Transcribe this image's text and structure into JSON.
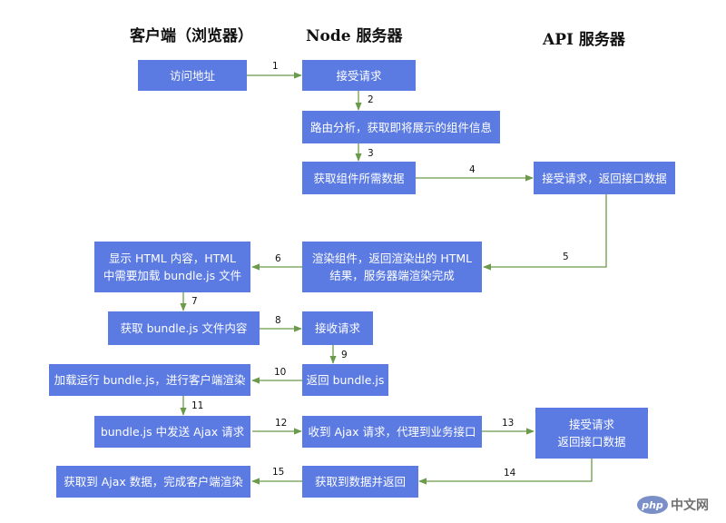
{
  "headers": {
    "client": "客户端（浏览器）",
    "node": "Node 服务器",
    "api": "API 服务器"
  },
  "boxes": {
    "visit_address": "访问地址",
    "node_receive_request": "接受请求",
    "route_analysis": "路由分析，获取即将展示的组件信息",
    "get_component_data": "获取组件所需数据",
    "api_receive_return": "接受请求，返回接口数据",
    "show_html_line1": "显示 HTML 内容，HTML",
    "show_html_line2": "中需要加载 bundle.js 文件",
    "render_component_line1": "渲染组件，返回渲染出的 HTML",
    "render_component_line2": "结果，服务器端渲染完成",
    "get_bundle_content": "获取 bundle.js 文件内容",
    "receive_request": "接收请求",
    "return_bundle": "返回 bundle.js",
    "load_run_bundle": "加载运行 bundle.js，进行客户端渲染",
    "bundle_send_ajax": "bundle.js 中发送 Ajax 请求",
    "receive_ajax_proxy": "收到 Ajax 请求，代理到业务接口",
    "api_receive_line1": "接受请求",
    "api_receive_line2": "返回接口数据",
    "get_data_return": "获取到数据并返回",
    "get_ajax_complete": "获取到 Ajax 数据，完成客户端渲染"
  },
  "step_numbers": [
    "1",
    "2",
    "3",
    "4",
    "5",
    "6",
    "7",
    "8",
    "9",
    "10",
    "11",
    "12",
    "13",
    "14",
    "15"
  ],
  "watermark": {
    "logo": "php",
    "site": "中文网"
  },
  "colors": {
    "box_fill": "#5b7be3",
    "arrow": "#6a9a4a",
    "text": "#ffffff"
  }
}
